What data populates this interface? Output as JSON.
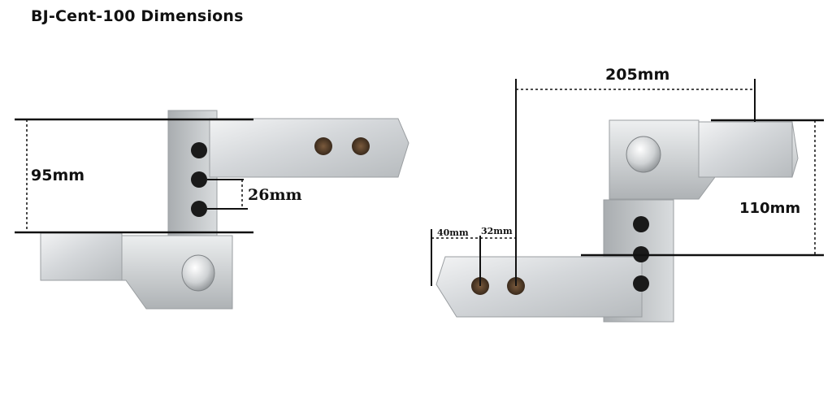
{
  "title": "BJ-Cent-100 Dimensions",
  "dimensions": {
    "height_left": "95mm",
    "hole_spacing": "26mm",
    "length": "205mm",
    "height_right": "110mm",
    "ball_hole_1": "40mm",
    "ball_hole_2": "32mm"
  },
  "colors": {
    "text": "#111111",
    "metal_light": "#e6e8ea",
    "metal_mid": "#c3c6c9",
    "metal_dark": "#8e9295",
    "hole": "#1a1a1a"
  }
}
